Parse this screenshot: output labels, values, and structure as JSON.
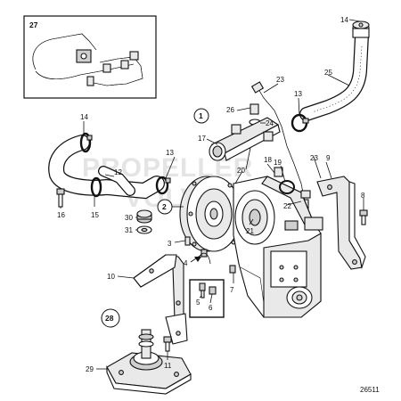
{
  "diagram": {
    "inset_label": "27",
    "drawing_number": "26511",
    "watermark_lines": [
      "PROPELLER",
      "VOLVO"
    ],
    "callouts": [
      "14",
      "25",
      "23",
      "13",
      "26",
      "24",
      "1",
      "14",
      "17",
      "18",
      "19",
      "23",
      "9",
      "13",
      "20",
      "12",
      "2",
      "8",
      "16",
      "15",
      "30",
      "31",
      "21",
      "22",
      "3",
      "4",
      "7",
      "10",
      "5",
      "6",
      "28",
      "29",
      "11"
    ],
    "group_markers": [
      "1",
      "2",
      "28"
    ]
  }
}
